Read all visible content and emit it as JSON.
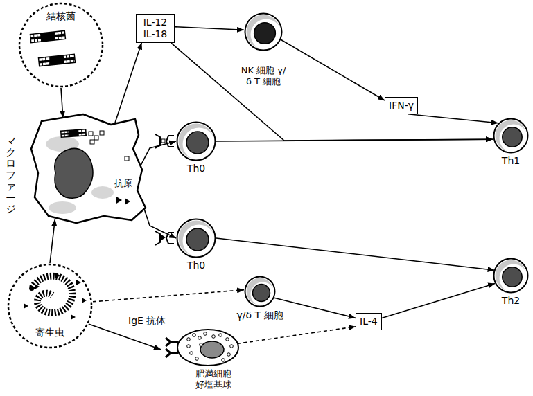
{
  "diagram": {
    "nodes": [
      {
        "text": [
          "結核菌"
        ]
      },
      {
        "text": [
          "マクロファージ",
          "抗原"
        ]
      },
      {
        "text": [
          "IL-12 IL-18"
        ]
      },
      {
        "text": [
          "NK 細胞 γ/δ T 細胞"
        ]
      },
      {
        "text": [
          "IFN-γ"
        ]
      },
      {
        "text": [
          "Th0"
        ]
      },
      {
        "text": [
          "Th1"
        ]
      },
      {
        "text": [
          "Th0"
        ]
      },
      {
        "text": [
          "Th2"
        ]
      },
      {
        "text": [
          "寄生虫"
        ]
      },
      {
        "text": [
          "γ/δ T 細胞"
        ]
      },
      {
        "text": [
          "IL-4"
        ]
      },
      {
        "text": [
          "肥満細胞 好塩基球"
        ]
      }
    ],
    "edges": [
      {
        "from": 0,
        "to": 1,
        "arrow": "to"
      },
      {
        "from": 1,
        "to": 2,
        "arrow": "to"
      },
      {
        "from": 2,
        "to": 3,
        "arrow": "to"
      },
      {
        "from": 3,
        "to": 4,
        "arrow": "to"
      },
      {
        "from": 4,
        "to": 6,
        "arrow": "to"
      },
      {
        "from": 2,
        "to": 6,
        "arrow": "to"
      },
      {
        "from": 5,
        "to": 6,
        "arrow": "to"
      },
      {
        "from": 7,
        "to": 8,
        "arrow": "to"
      },
      {
        "from": 9,
        "to": 1,
        "arrow": "to"
      },
      {
        "from": 9,
        "to": 10,
        "arrow": "to"
      },
      {
        "from": 10,
        "to": 11,
        "arrow": "to"
      },
      {
        "from": 11,
        "to": 8,
        "arrow": "to"
      },
      {
        "from": 9,
        "to": 12,
        "arrow": "to"
      },
      {
        "from": 12,
        "to": 11,
        "arrow": "to"
      },
      {
        "from": 1,
        "to": 5,
        "arrow": "to"
      },
      {
        "from": 1,
        "to": 7,
        "arrow": "to"
      }
    ],
    "labels": [
      "IgE 抗体"
    ]
  }
}
